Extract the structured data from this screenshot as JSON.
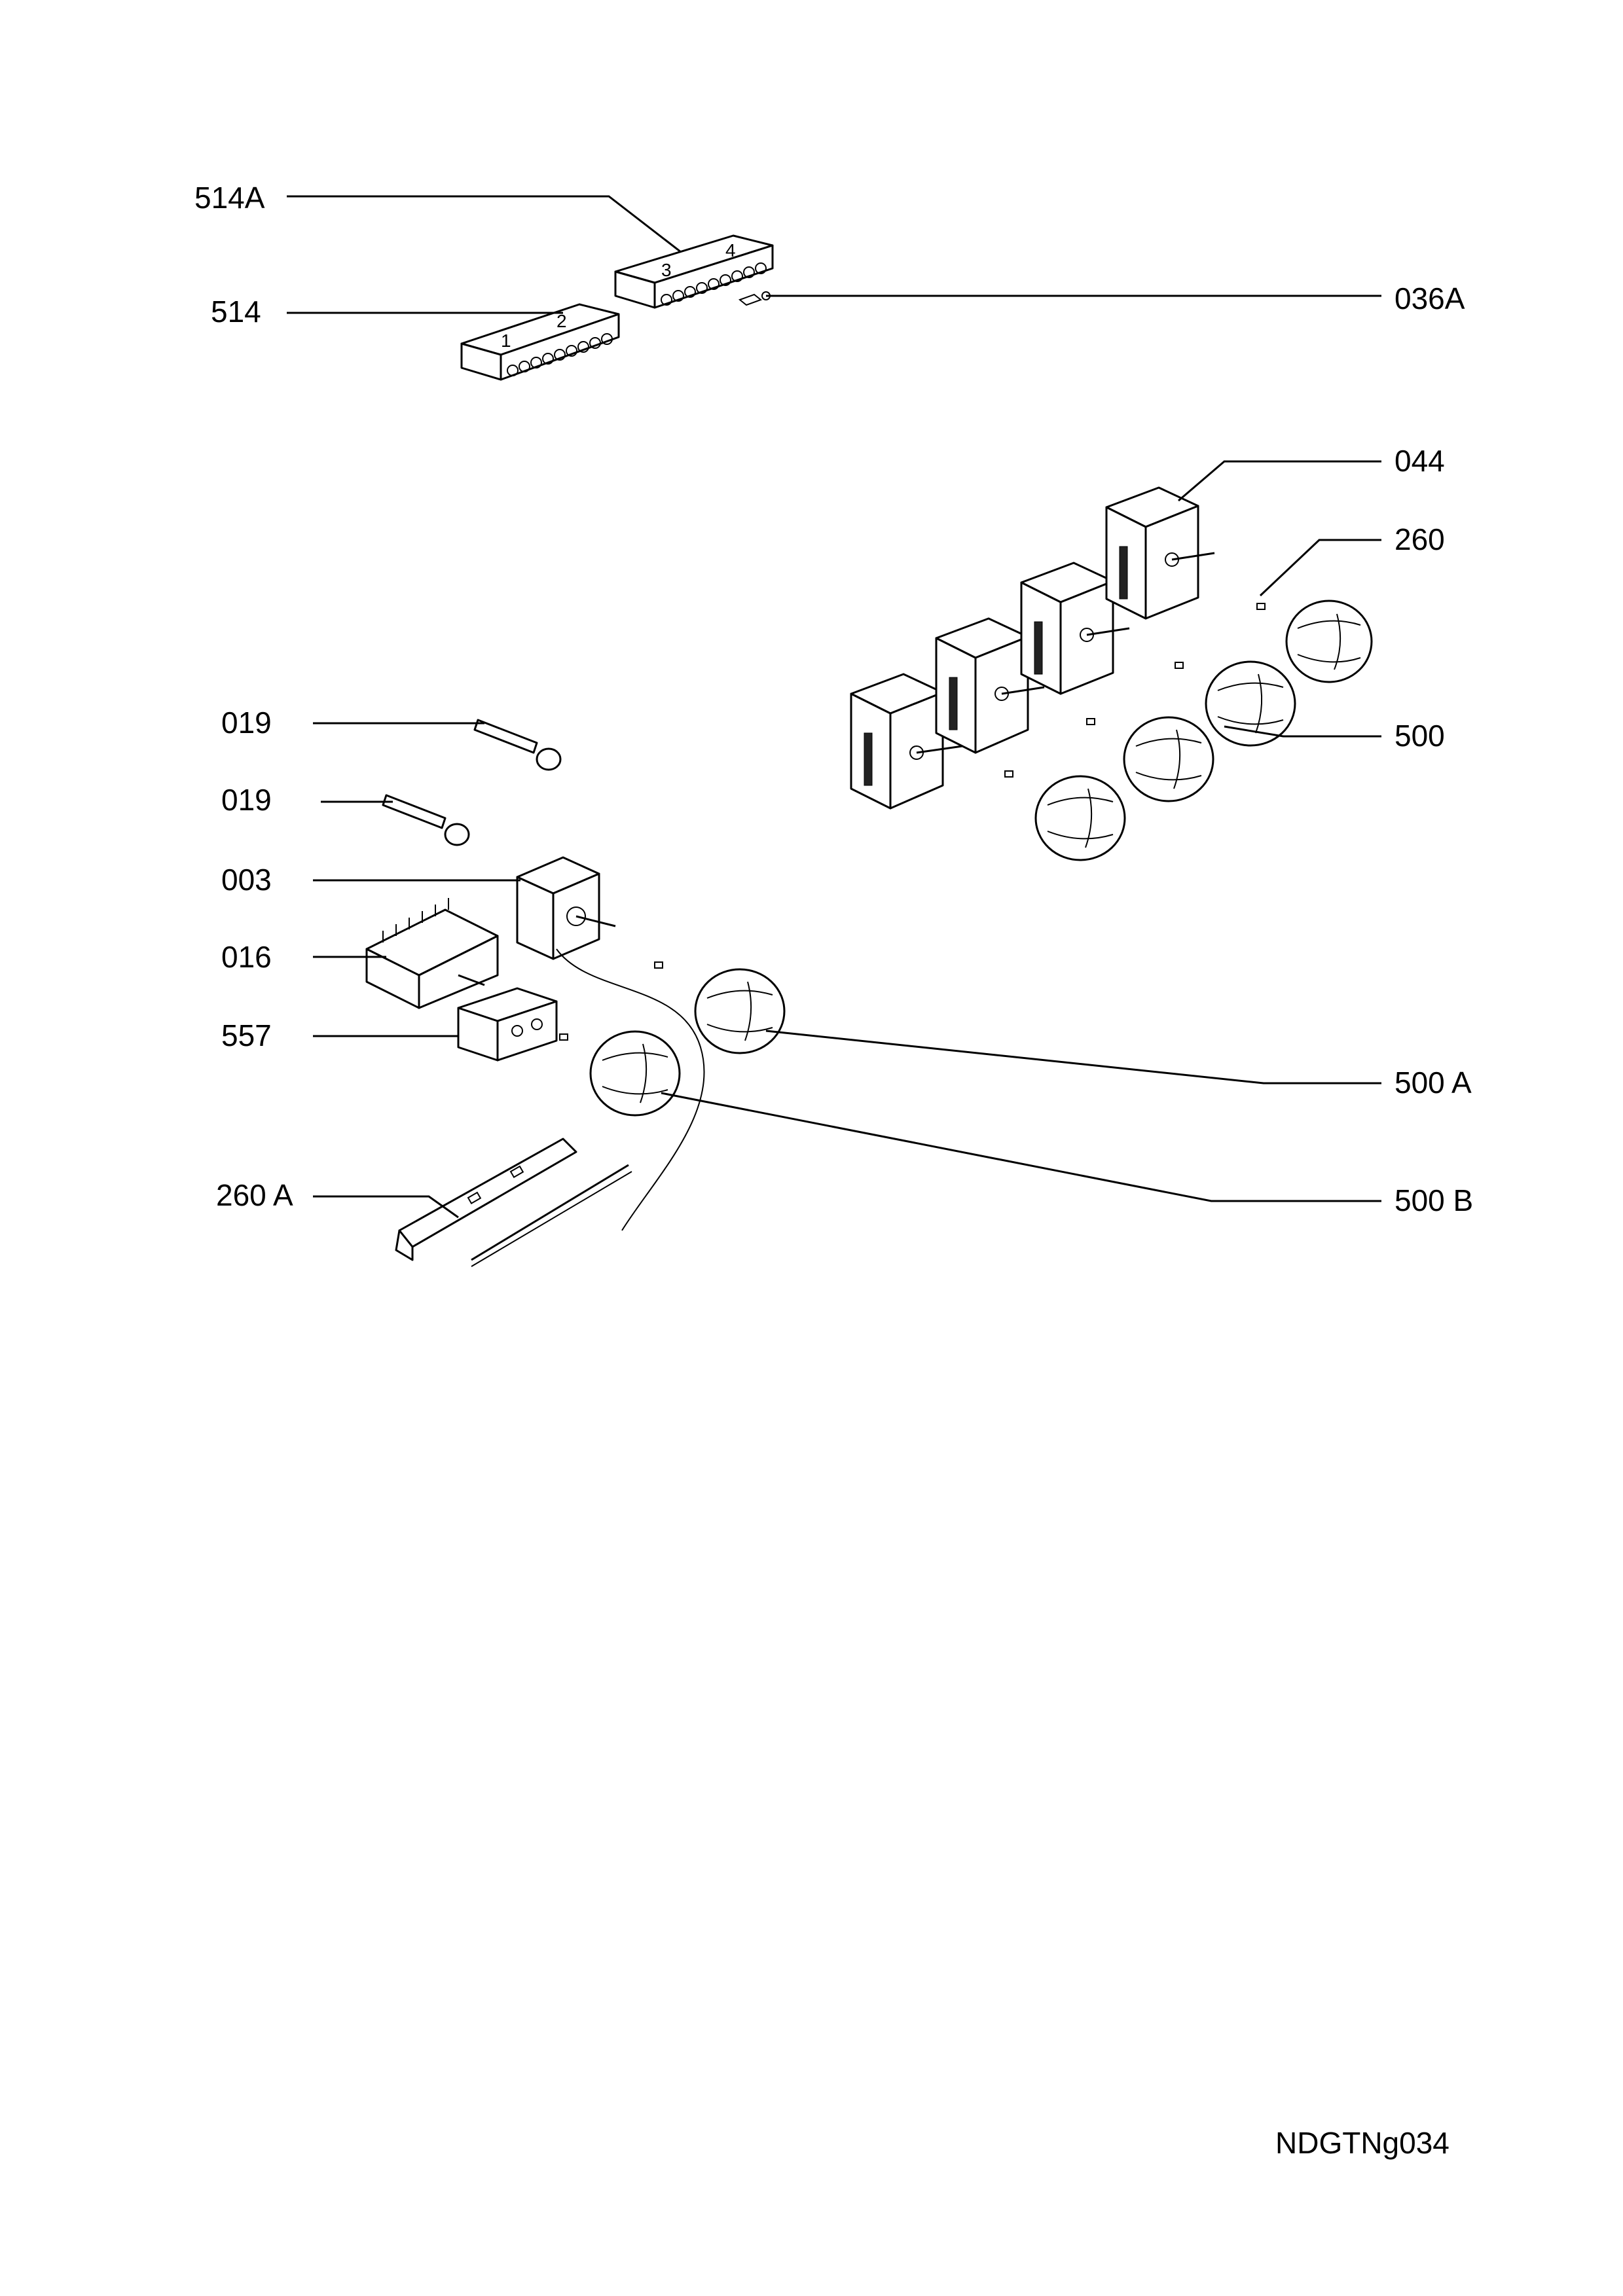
{
  "labels": {
    "l514A": "514A",
    "l514": "514",
    "l036A": "036A",
    "l044": "044",
    "l260": "260",
    "l019a": "019",
    "l019b": "019",
    "l500": "500",
    "l003": "003",
    "l016": "016",
    "l557": "557",
    "l500A": "500 A",
    "l260A": "260 A",
    "l500B": "500 B"
  },
  "terminal_numbers": {
    "n1": "1",
    "n2": "2",
    "n3": "3",
    "n4": "4"
  },
  "drawing_code": "NDGTNg034"
}
